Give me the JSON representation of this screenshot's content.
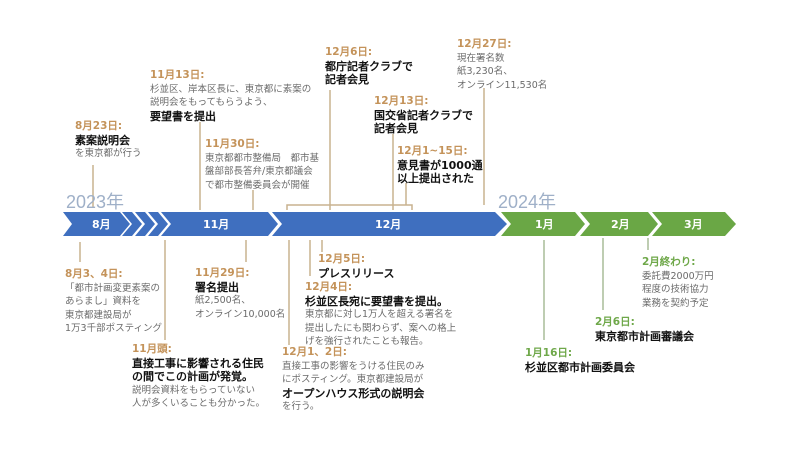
{
  "years": {
    "y2023": "2023年",
    "y2024": "2024年"
  },
  "months": {
    "aug": "8月",
    "nov": "11月",
    "dec": "12月",
    "jan": "1月",
    "feb": "2月",
    "mar": "3月"
  },
  "colors": {
    "blue": "#3f6fbf",
    "green": "#6aa745",
    "tan": "#c4935a",
    "line": "#c8b28f"
  },
  "events_above": [
    {
      "date": "8月23日:",
      "bold": "素案説明会",
      "text": [
        "を東京都が行う"
      ]
    },
    {
      "date": "11月13日:",
      "text": [
        "杉並区、岸本区長に、東京都に素案の",
        "説明会をもってもらうよう、"
      ],
      "bold": "要望書を提出"
    },
    {
      "date": "11月30日:",
      "text": [
        "東京都都市整備局　都市基",
        "盤部部長答弁/東京都議会",
        "で都市整備委員会が開催"
      ]
    },
    {
      "date": "12月6日:",
      "bold": [
        "都庁記者クラブで",
        "記者会見"
      ]
    },
    {
      "date": "12月13日:",
      "bold": [
        "国交省記者クラブで",
        "記者会見"
      ]
    },
    {
      "date": "12月1~15日:",
      "bold": [
        "意見書が1000通",
        "以上提出された"
      ]
    },
    {
      "date": "12月27日:",
      "text": [
        "現在署名数",
        "紙3,230名、",
        "オンライン11,530名"
      ]
    }
  ],
  "events_below": [
    {
      "date": "8月3、4日:",
      "text": [
        "「都市計画変更素案の",
        "あらまし」資料を",
        "東京都建設局が",
        "1万3千部ポスティング"
      ]
    },
    {
      "date": "11月29日:",
      "bold": "署名提出",
      "text": [
        "紙2,500名、",
        "オンライン10,000名"
      ]
    },
    {
      "date": "11月頭:",
      "bold": [
        "直接工事に影響される住民",
        "の間でこの計画が発覚。"
      ],
      "text": [
        "説明会資料をもらっていない",
        "人が多くいることも分かった。"
      ]
    },
    {
      "date": "12月5日:",
      "bold": "プレスリリース"
    },
    {
      "date": "12月4日:",
      "bold": "杉並区長宛に要望書を提出。",
      "text": [
        "東京都に対し1万人を超える署名を",
        "提出したにも関わらず、案への格上",
        "げを強行されたことも報告。"
      ]
    },
    {
      "date": "12月1、2日:",
      "text": [
        "直接工事の影響をうける住民のみ",
        "にポスティング。東京都建設局が"
      ],
      "bold": "オープンハウス形式の説明会",
      "text2": "を行う。"
    },
    {
      "date": "1月16日:",
      "bold": "杉並区都市計画委員会"
    },
    {
      "date": "2月6日:",
      "bold": "東京都市計画審議会"
    },
    {
      "date": "2月終わり:",
      "text": [
        "委託費2000万円",
        "程度の技術協力",
        "業務を契約予定"
      ]
    }
  ]
}
